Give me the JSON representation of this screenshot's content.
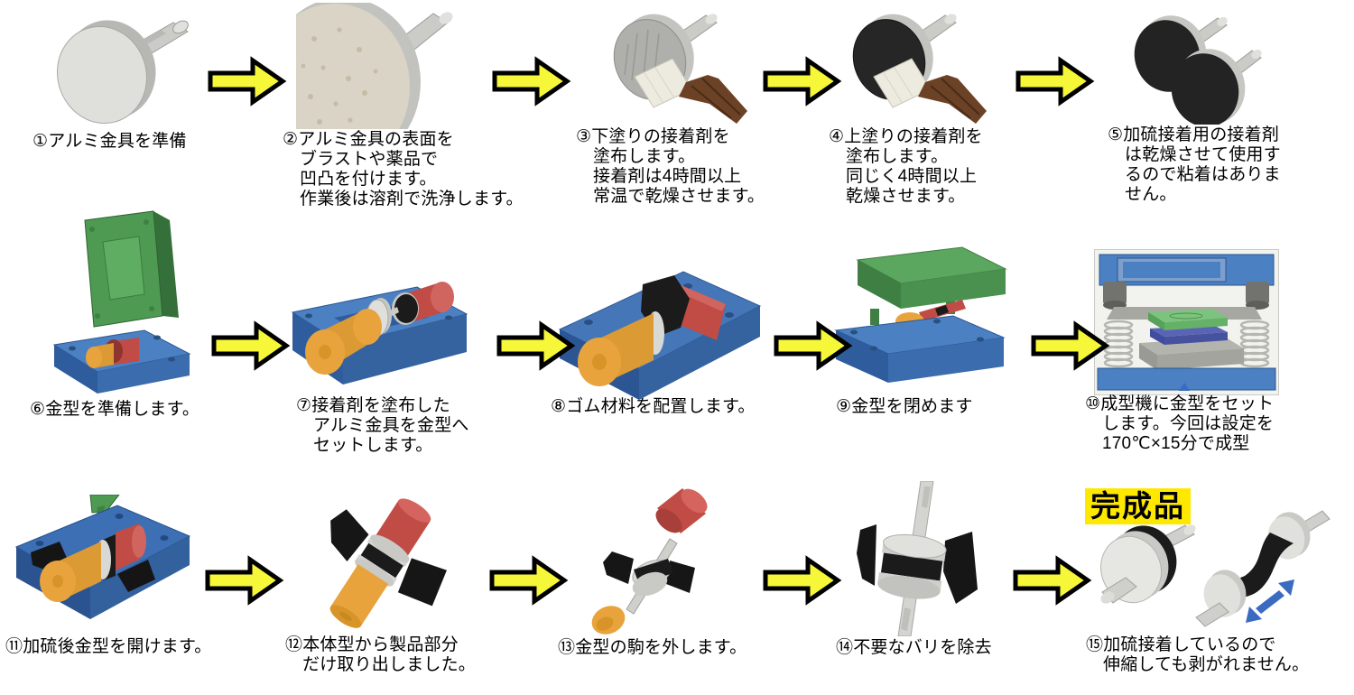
{
  "final_label": "完成品",
  "colors": {
    "arrow_yellow": "#F7F73A",
    "arrow_outline": "#000000",
    "highlight_yellow": "#FFE800",
    "stretch_arrow_blue": "#3A6BC0",
    "mold_blue": "#3D6FB4",
    "mold_green": "#4E9A52",
    "rubber_black": "#1B1B1B",
    "insert_orange": "#E8A33D",
    "insert_red": "#C14B45",
    "metal_silver": "#D6D6D2"
  },
  "steps": [
    {
      "id": 1,
      "caption": "①アルミ金具を準備"
    },
    {
      "id": 2,
      "caption": "②アルミ金具の表面を\nブラストや薬品で\n凹凸を付けます。\n作業後は溶剤で洗浄します。"
    },
    {
      "id": 3,
      "caption": "③下塗りの接着剤を\n塗布します。\n接着剤は4時間以上\n常温で乾燥させます。"
    },
    {
      "id": 4,
      "caption": "④上塗りの接着剤を\n塗布します。\n同じく4時間以上\n乾燥させます。"
    },
    {
      "id": 5,
      "caption": "⑤加硫接着用の接着剤\nは乾燥させて使用す\nるので粘着はありま\nせん。"
    },
    {
      "id": 6,
      "caption": "⑥金型を準備します。"
    },
    {
      "id": 7,
      "caption": "⑦接着剤を塗布した\nアルミ金具を金型へ\nセットします。"
    },
    {
      "id": 8,
      "caption": "⑧ゴム材料を配置します。"
    },
    {
      "id": 9,
      "caption": "⑨金型を閉めます"
    },
    {
      "id": 10,
      "caption": "⑩成型機に金型をセット\nします。今回は設定を\n170℃×15分で成型"
    },
    {
      "id": 11,
      "caption": "⑪加硫後金型を開けます。"
    },
    {
      "id": 12,
      "caption": "⑫本体型から製品部分\nだけ取り出しました。"
    },
    {
      "id": 13,
      "caption": "⑬金型の駒を外します。"
    },
    {
      "id": 14,
      "caption": "⑭不要なバリを除去"
    },
    {
      "id": 15,
      "caption": "⑮加硫接着しているので\n伸縮しても剥がれません。"
    }
  ]
}
